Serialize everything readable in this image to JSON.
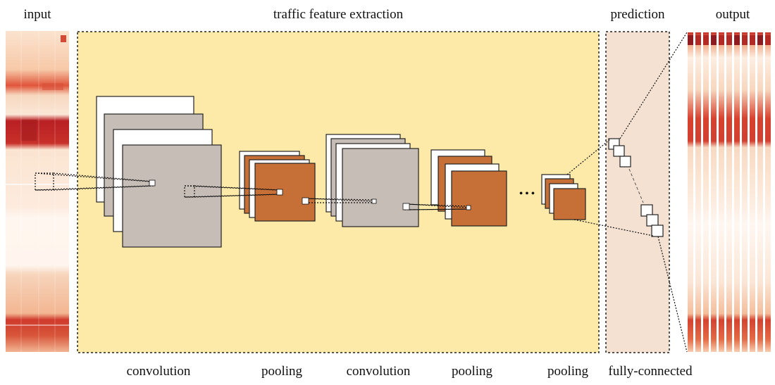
{
  "labels": {
    "input": "input",
    "feature_extraction": "traffic feature extraction",
    "prediction": "prediction",
    "output": "output",
    "convolution_1": "convolution",
    "pooling_1": "pooling",
    "convolution_2": "convolution",
    "pooling_2": "pooling",
    "pooling_3": "pooling",
    "fully_connected": "fully-connected",
    "ellipsis": "• • •"
  },
  "colors": {
    "feature_bg": "#fdeaa8",
    "prediction_bg": "#f4e1d2",
    "conv_gray": "#c6bdb7",
    "pool_orange": "#c66f36",
    "heat_light": "#fde9d9",
    "heat_mid": "#f2a47d",
    "heat_dark": "#c62a22"
  }
}
